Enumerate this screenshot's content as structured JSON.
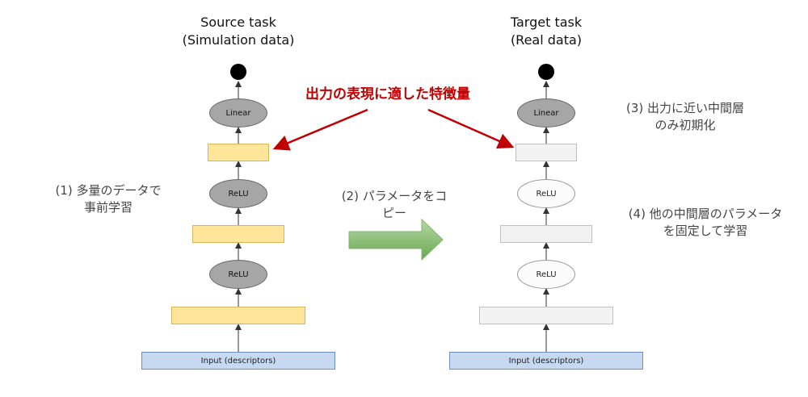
{
  "source": {
    "title_line1": "Source task",
    "title_line2": "(Simulation data)",
    "linear_label": "Linear",
    "relu_top_label": "ReLU",
    "relu_bottom_label": "ReLU",
    "input_label": "Input (descriptors)"
  },
  "target": {
    "title_line1": "Target task",
    "title_line2": "(Real data)",
    "linear_label": "Linear",
    "relu_top_label": "ReLU",
    "relu_bottom_label": "ReLU",
    "input_label": "Input (descriptors)"
  },
  "annotations": {
    "feature_callout": "出力の表現に適した特徴量",
    "step1_line1": "(1) 多量のデータで",
    "step1_line2": "事前学習",
    "step2_line1": "(2) パラメータをコ",
    "step2_line2": "ピー",
    "step3_line1": "(3) 出力に近い中間層",
    "step3_line2": "のみ初期化",
    "step4_line1": "(4) 他の中間層のパラメータ",
    "step4_line2": "を固定して学習"
  },
  "colors": {
    "callout_red": "#c00000",
    "copy_arrow_green": "#93c47d",
    "layer_yellow": "#ffe599",
    "input_blue": "#c6d9f0"
  }
}
